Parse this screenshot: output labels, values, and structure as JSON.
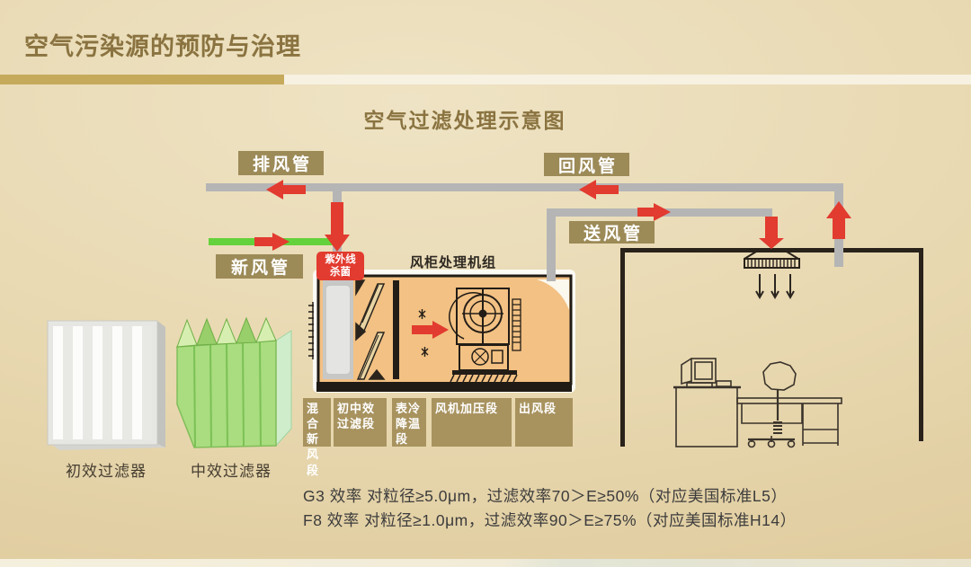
{
  "slide": {
    "header_title": "空气污染源的预防与治理",
    "diagram_title": "空气过滤处理示意图"
  },
  "ducts": {
    "exhaust_label": "排风管",
    "return_label": "回风管",
    "fresh_label": "新风管",
    "supply_label": "送风管"
  },
  "uv_badge": {
    "line1": "紫外线",
    "line2": "杀菌"
  },
  "ahu": {
    "label": "风柜处理机组",
    "sections": [
      {
        "label": "混合新风段",
        "lines": [
          "混合",
          "新风",
          "段"
        ]
      },
      {
        "label": "初中效过滤段",
        "lines": [
          "初中效",
          "过滤段"
        ]
      },
      {
        "label": "表冷降温段",
        "lines": [
          "表冷",
          "降温",
          "段"
        ]
      },
      {
        "label": "风机加压段",
        "lines": [
          "风机加压段"
        ]
      },
      {
        "label": "出风段",
        "lines": [
          "出风段"
        ]
      }
    ]
  },
  "filters": [
    {
      "label": "初效过滤器"
    },
    {
      "label": "中效过滤器"
    }
  ],
  "notes": [
    "G3 效率 对粒径≥5.0μm，过滤效率70＞E≥50%（对应美国标准L5）",
    "F8 效率 对粒径≥1.0μm，过滤效率90＞E≥75%（对应美国标准H14）"
  ],
  "colors": {
    "accent_gold": "#c6aa5c",
    "label_brown": "#9c8a57",
    "duct_gray": "#b5b5b5",
    "fresh_green": "#64d23c",
    "arrow_red": "#e23b2f",
    "ahu_fill": "#f2c183",
    "title_brown": "#8a7340"
  }
}
